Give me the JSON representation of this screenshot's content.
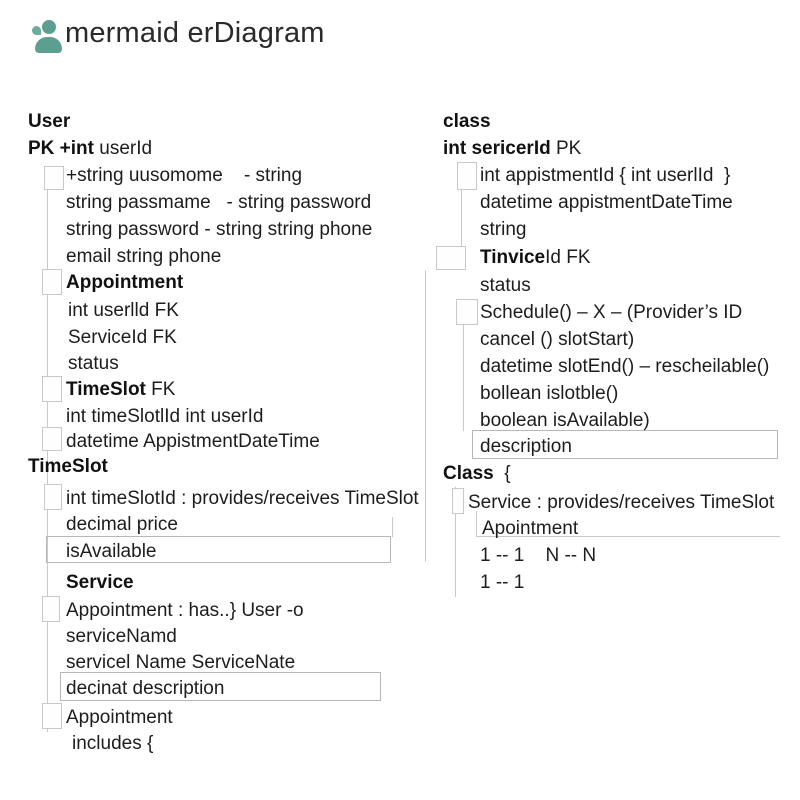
{
  "header": {
    "title": "mermaid erDiagram",
    "icon": "person-icon",
    "icon_color": "#5c9e90"
  },
  "colors": {
    "accent_teal": "#5c9e90",
    "connector_gray": "#c9c9c9",
    "text": "#1d1d1d"
  },
  "left": {
    "rows": [
      {
        "b": "User",
        "t": ""
      },
      {
        "b": "PK +int",
        "t": " userId"
      },
      {
        "b": "",
        "t": "+string uusomome    - string"
      },
      {
        "b": "",
        "t": "string passmame   - string password"
      },
      {
        "b": "",
        "t": "string password - string string phone"
      },
      {
        "b": "",
        "t": "email string phone"
      },
      {
        "b": "Appointment",
        "t": ""
      },
      {
        "b": "",
        "t": "int userlld FK"
      },
      {
        "b": "",
        "t": "ServiceId FK"
      },
      {
        "b": "",
        "t": "status"
      },
      {
        "b": "TimeSlot",
        "t": " FK"
      },
      {
        "b": "",
        "t": "int timeSlotlId int userId"
      },
      {
        "b": "",
        "t": "datetime AppistmentDateTime"
      },
      {
        "b": "TimeSlot",
        "t": ""
      },
      {
        "b": "",
        "t": "int timeSlotId : provides/receives TimeSlot"
      },
      {
        "b": "",
        "t": "decimal price"
      },
      {
        "b": "",
        "t": "isAvailable"
      },
      {
        "b": "Service",
        "t": ""
      },
      {
        "b": "",
        "t": "Appointment : has..} User -o"
      },
      {
        "b": "",
        "t": "serviceNamd"
      },
      {
        "b": "",
        "t": "servicel Name ServiceNate"
      },
      {
        "b": "",
        "t": "decinat description"
      },
      {
        "b": "",
        "t": "Appointment"
      },
      {
        "b": "",
        "t": "includes {"
      }
    ]
  },
  "right": {
    "rows": [
      {
        "b": "class",
        "t": ""
      },
      {
        "b": "int sericerId",
        "t": " PK"
      },
      {
        "b": "",
        "t": "int appistmentId { int userlId  }"
      },
      {
        "b": "",
        "t": "datetime appistmentDateTime"
      },
      {
        "b": "",
        "t": "string"
      },
      {
        "b": "Tinvice",
        "t": "Id FK"
      },
      {
        "b": "",
        "t": "status"
      },
      {
        "b": "",
        "t": "Schedule() – X – (Provider’s ID"
      },
      {
        "b": "",
        "t": "cancel () slotStart)"
      },
      {
        "b": "",
        "t": "datetime slotEnd() – rescheilable()"
      },
      {
        "b": "",
        "t": "bollean islotble()"
      },
      {
        "b": "",
        "t": "boolean isAvailable)"
      },
      {
        "b": "",
        "t": "description"
      },
      {
        "b": "Class",
        "t": "  {"
      },
      {
        "b": "",
        "t": "Service : provides/receives TimeSlot"
      },
      {
        "b": "",
        "t": "Apointment"
      },
      {
        "b": "",
        "t": "1 -- 1    N -- N"
      },
      {
        "b": "",
        "t": "1 -- 1"
      }
    ]
  }
}
